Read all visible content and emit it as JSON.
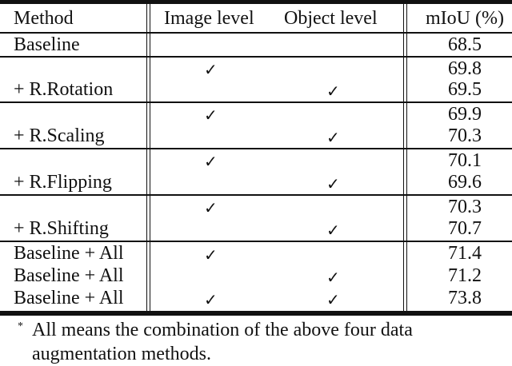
{
  "table": {
    "headers": [
      "Method",
      "Image level",
      "Object level",
      "mIoU (%)"
    ],
    "rows": [
      {
        "method": "Baseline",
        "image_level": "",
        "object_level": "",
        "miou": "68.5"
      },
      {
        "method": "",
        "image_level": "✓",
        "object_level": "",
        "miou": "69.8"
      },
      {
        "method": "+ R.Rotation",
        "image_level": "",
        "object_level": "✓",
        "miou": "69.5"
      },
      {
        "method": "",
        "image_level": "✓",
        "object_level": "",
        "miou": "69.9"
      },
      {
        "method": "+ R.Scaling",
        "image_level": "",
        "object_level": "✓",
        "miou": "70.3"
      },
      {
        "method": "",
        "image_level": "✓",
        "object_level": "",
        "miou": "70.1"
      },
      {
        "method": "+ R.Flipping",
        "image_level": "",
        "object_level": "✓",
        "miou": "69.6"
      },
      {
        "method": "",
        "image_level": "✓",
        "object_level": "",
        "miou": "70.3"
      },
      {
        "method": "+ R.Shifting",
        "image_level": "",
        "object_level": "✓",
        "miou": "70.7"
      },
      {
        "method": "Baseline + All",
        "image_level": "✓",
        "object_level": "",
        "miou": "71.4"
      },
      {
        "method": "Baseline + All",
        "image_level": "",
        "object_level": "✓",
        "miou": "71.2"
      },
      {
        "method": "Baseline + All",
        "image_level": "✓",
        "object_level": "✓",
        "miou": "73.8"
      }
    ]
  },
  "footnote": {
    "marker": "*",
    "text": "All means the combination of the above four data augmentation methods."
  }
}
